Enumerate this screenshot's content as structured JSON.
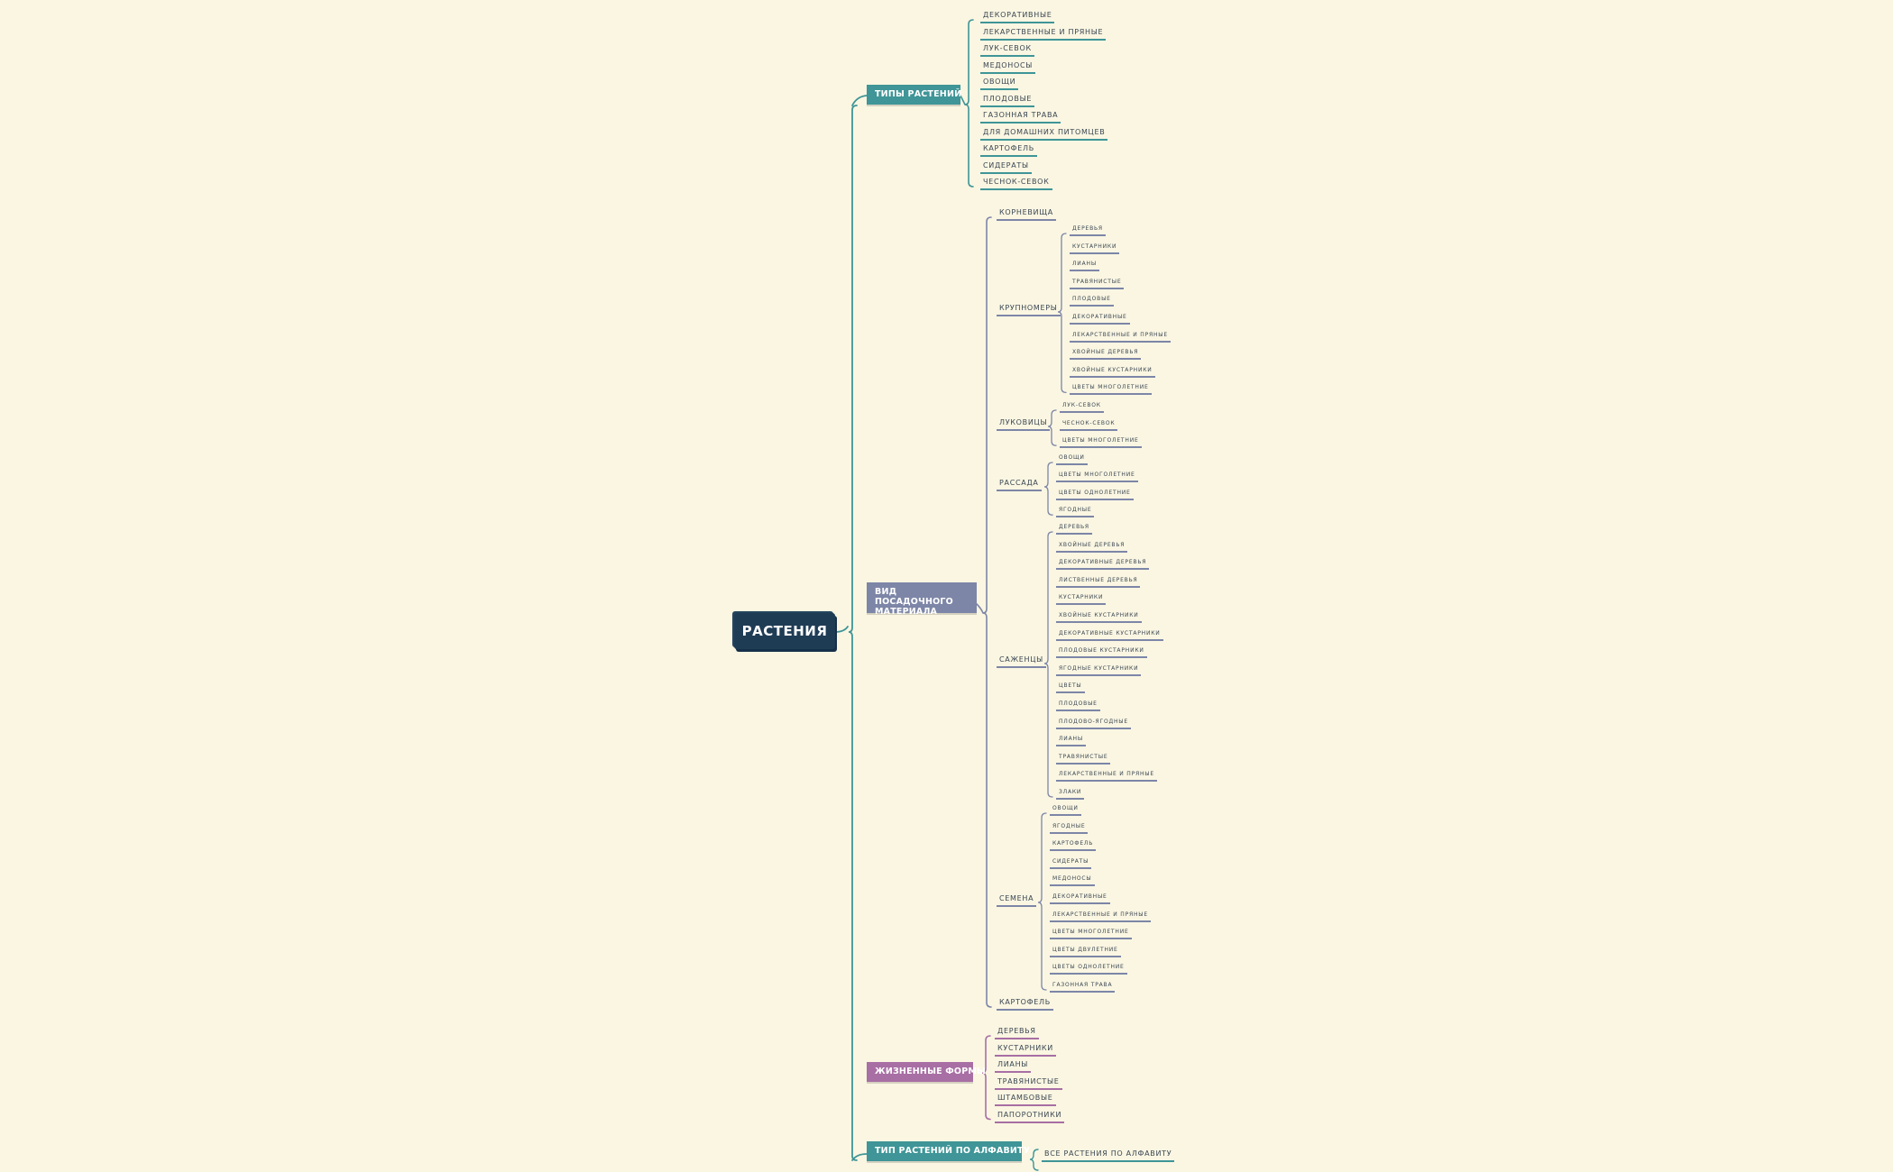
{
  "root": {
    "label": "РАСТЕНИЯ"
  },
  "colors": {
    "teal": "#3f9597",
    "slate": "#7d86a7",
    "purple": "#a86fa4",
    "navy": "#1f3c55"
  },
  "branches": {
    "plant_types": {
      "label": "ТИПЫ РАСТЕНИЙ",
      "items": [
        "ДЕКОРАТИВНЫЕ",
        "ЛЕКАРСТВЕННЫЕ И ПРЯНЫЕ",
        "ЛУК-СЕВОК",
        "МЕДОНОСЫ",
        "ОВОЩИ",
        "ПЛОДОВЫЕ",
        "ГАЗОННАЯ ТРАВА",
        "ДЛЯ ДОМАШНИХ ПИТОМЦЕВ",
        "КАРТОФЕЛЬ",
        "СИДЕРАТЫ",
        "ЧЕСНОК-СЕВОК"
      ]
    },
    "planting_material": {
      "label": "ВИД ПОСАДОЧНОГО МАТЕРИАЛА",
      "groups": [
        {
          "label": "КОРНЕВИЩА",
          "items": []
        },
        {
          "label": "КРУПНОМЕРЫ",
          "items": [
            "ДЕРЕВЬЯ",
            "КУСТАРНИКИ",
            "ЛИАНЫ",
            "ТРАВЯНИСТЫЕ",
            "ПЛОДОВЫЕ",
            "ДЕКОРАТИВНЫЕ",
            "ЛЕКАРСТВЕННЫЕ И ПРЯНЫЕ",
            "ХВОЙНЫЕ ДЕРЕВЬЯ",
            "ХВОЙНЫЕ КУСТАРНИКИ",
            "ЦВЕТЫ МНОГОЛЕТНИЕ"
          ]
        },
        {
          "label": "ЛУКОВИЦЫ",
          "items": [
            "ЛУК-СЕВОК",
            "ЧЕСНОК-СЕВОК",
            "ЦВЕТЫ МНОГОЛЕТНИЕ"
          ]
        },
        {
          "label": "РАССАДА",
          "items": [
            "ОВОЩИ",
            "ЦВЕТЫ МНОГОЛЕТНИЕ",
            "ЦВЕТЫ ОДНОЛЕТНИЕ",
            "ЯГОДНЫЕ"
          ]
        },
        {
          "label": "САЖЕНЦЫ",
          "items": [
            "ДЕРЕВЬЯ",
            "ХВОЙНЫЕ ДЕРЕВЬЯ",
            "ДЕКОРАТИВНЫЕ ДЕРЕВЬЯ",
            "ЛИСТВЕННЫЕ ДЕРЕВЬЯ",
            "КУСТАРНИКИ",
            "ХВОЙНЫЕ КУСТАРНИКИ",
            "ДЕКОРАТИВНЫЕ КУСТАРНИКИ",
            "ПЛОДОВЫЕ КУСТАРНИКИ",
            "ЯГОДНЫЕ КУСТАРНИКИ",
            "ЦВЕТЫ",
            "ПЛОДОВЫЕ",
            "ПЛОДОВО-ЯГОДНЫЕ",
            "ЛИАНЫ",
            "ТРАВЯНИСТЫЕ",
            "ЛЕКАРСТВЕННЫЕ И ПРЯНЫЕ",
            "ЗЛАКИ"
          ]
        },
        {
          "label": "СЕМЕНА",
          "items": [
            "ОВОЩИ",
            "ЯГОДНЫЕ",
            "КАРТОФЕЛЬ",
            "СИДЕРАТЫ",
            "МЕДОНОСЫ",
            "ДЕКОРАТИВНЫЕ",
            "ЛЕКАРСТВЕННЫЕ И ПРЯНЫЕ",
            "ЦВЕТЫ МНОГОЛЕТНИЕ",
            "ЦВЕТЫ ДВУЛЕТНИЕ",
            "ЦВЕТЫ ОДНОЛЕТНИЕ",
            "ГАЗОННАЯ ТРАВА"
          ]
        },
        {
          "label": "КАРТОФЕЛЬ",
          "items": []
        }
      ]
    },
    "life_forms": {
      "label": "ЖИЗНЕННЫЕ ФОРМЫ",
      "items": [
        "ДЕРЕВЬЯ",
        "КУСТАРНИКИ",
        "ЛИАНЫ",
        "ТРАВЯНИСТЫЕ",
        "ШТАМБОВЫЕ",
        "ПАПОРОТНИКИ"
      ]
    },
    "alphabet": {
      "label": "ТИП РАСТЕНИЙ ПО АЛФАВИТУ",
      "items": [
        "ВСЕ РАСТЕНИЯ ПО АЛФАВИТУ"
      ]
    }
  }
}
